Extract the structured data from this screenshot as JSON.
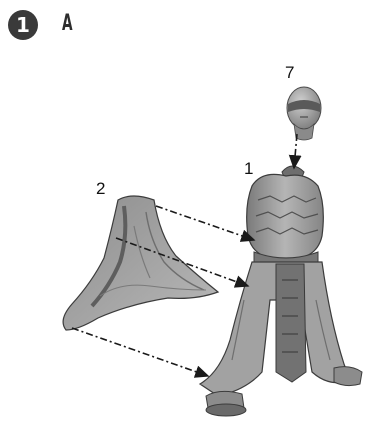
{
  "step": {
    "number": "1",
    "variant": "A"
  },
  "callouts": {
    "head": "7",
    "body": "1",
    "cloak": "2"
  },
  "parts": {
    "head_icon": "miniature-head-icon",
    "body_icon": "robed-figure-body-icon",
    "cloak_icon": "cloak-piece-icon",
    "arrow_icon": "dashed-arrow-icon"
  },
  "colors": {
    "badge": "#3a3a3a",
    "part_fill": "#9a9a9a",
    "part_dark": "#6e6e6e",
    "part_light": "#c4c4c4",
    "arrow": "#1a1a1a"
  }
}
